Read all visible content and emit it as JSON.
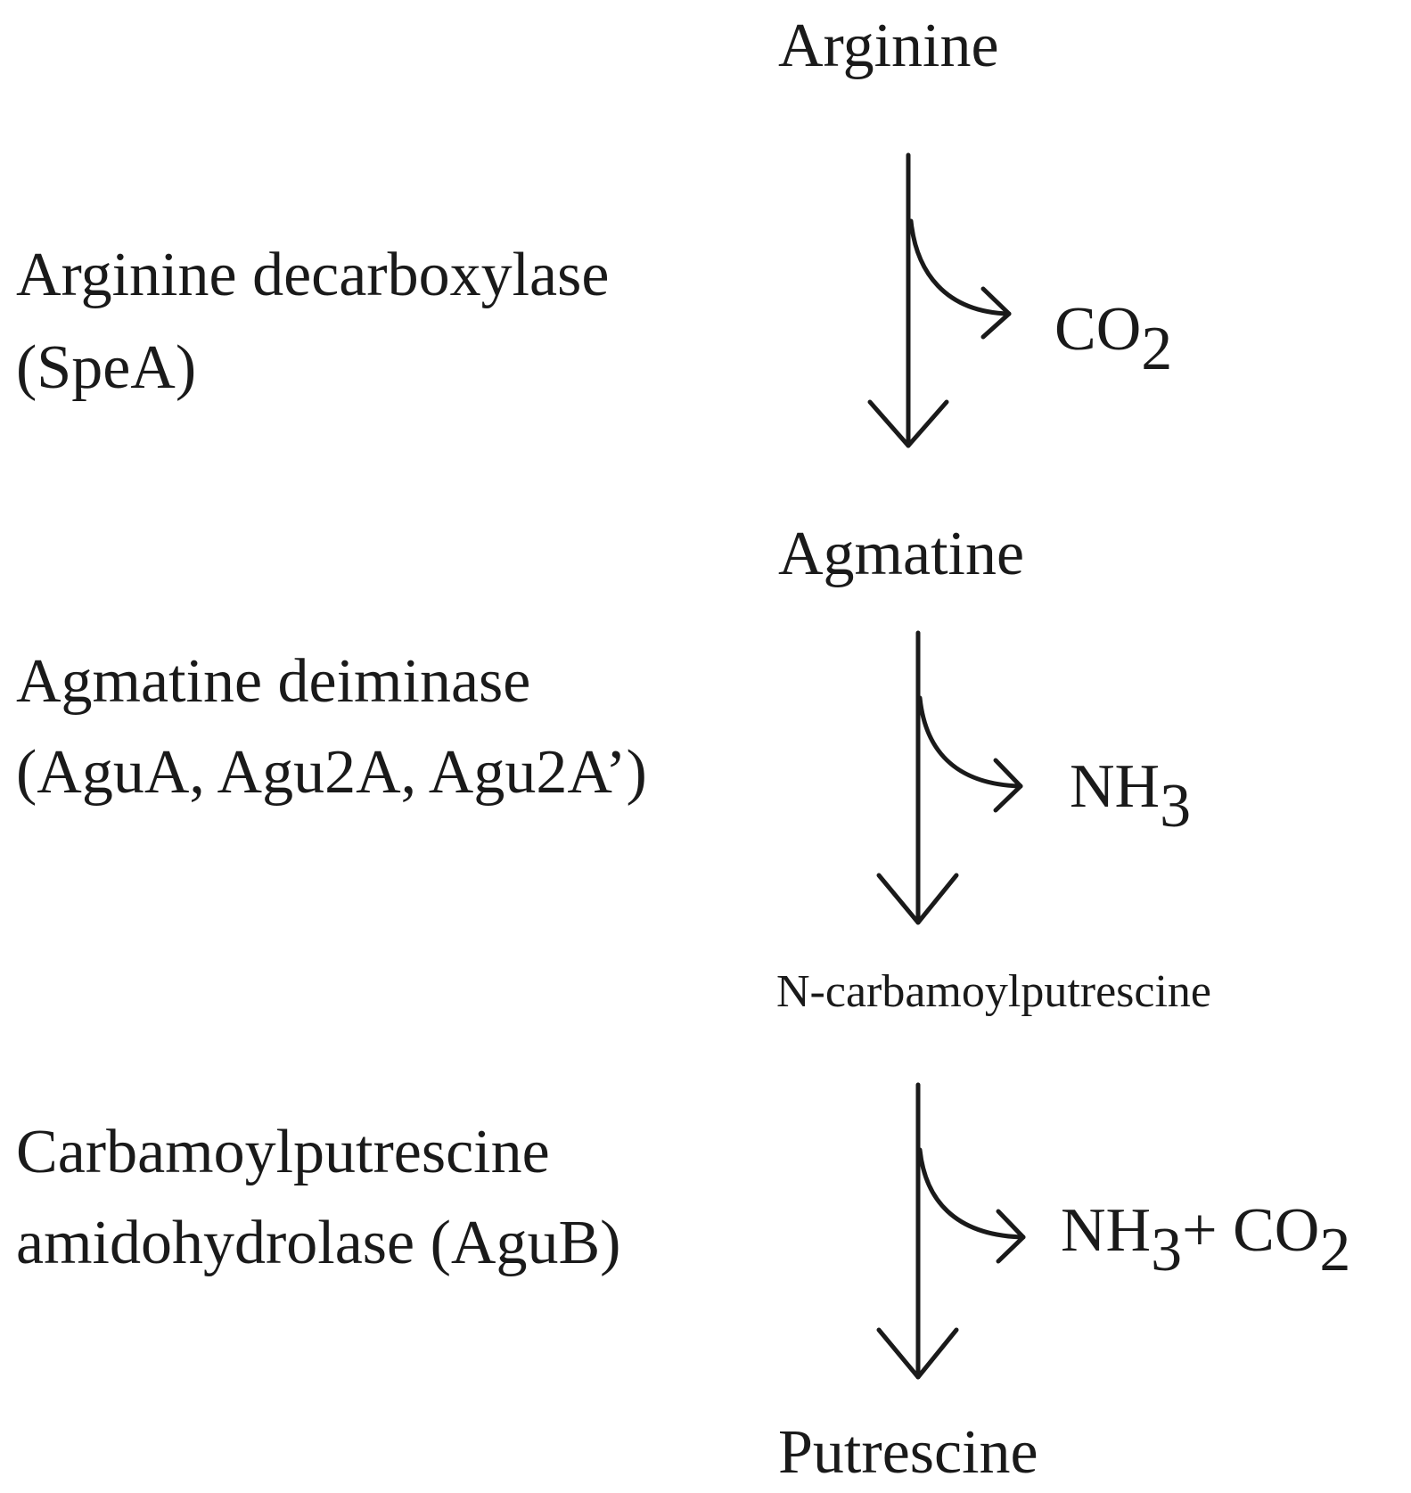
{
  "compounds": {
    "arginine": "Arginine",
    "agmatine": "Agmatine",
    "n_carbamoylputrescine": "N-carbamoylputrescine",
    "putrescine": "Putrescine"
  },
  "enzymes": {
    "step1": {
      "line1": "Arginine decarboxylase",
      "line2": "(SpeA)"
    },
    "step2": {
      "line1": "Agmatine deiminase",
      "line2": "(AguA, Agu2A, Agu2A’)"
    },
    "step3": {
      "line1": "Carbamoylputrescine",
      "line2": "amidohydrolase (AguB)"
    }
  },
  "byproducts": {
    "step1": {
      "base": "CO",
      "sub": "2"
    },
    "step2": {
      "base": "NH",
      "sub": "3"
    },
    "step3": {
      "base1": "NH",
      "sub1": "3",
      "mid": "+ CO",
      "sub2": "2"
    }
  },
  "colors": {
    "ink": "#1a1a1a",
    "background": "#ffffff"
  }
}
